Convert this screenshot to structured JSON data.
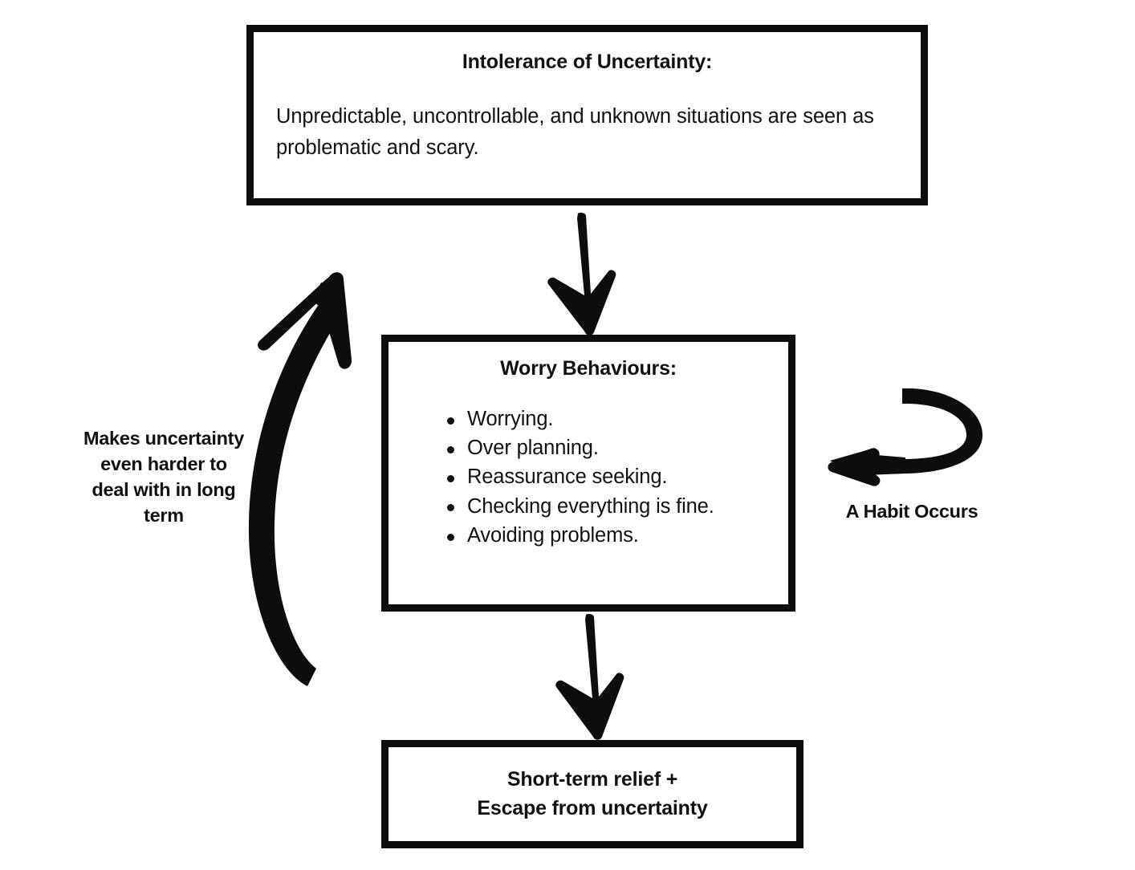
{
  "page": {
    "background_color": "#ffffff",
    "ink_color": "#111111"
  },
  "diagram": {
    "type": "cycle-flowchart",
    "boxes": [
      {
        "id": "intolerance-of-uncertainty",
        "title": "Intolerance of Uncertainty:",
        "body": "Unpredictable, uncontrollable, and unknown situations are seen as problematic and scary."
      },
      {
        "id": "worry-behaviours",
        "title": "Worry Behaviours:",
        "items": [
          "Worrying.",
          "Over planning.",
          "Reassurance seeking.",
          "Checking everything is fine.",
          "Avoiding problems."
        ]
      },
      {
        "id": "short-term-relief",
        "line1": "Short-term relief +",
        "line2": "Escape from uncertainty"
      }
    ],
    "captions": {
      "left": "Makes uncertainty even harder to deal with in long term",
      "right": "A Habit Occurs"
    },
    "arrows": [
      {
        "id": "uncertainty-to-worry",
        "icon": "arrow-down-icon",
        "direction": "down"
      },
      {
        "id": "worry-to-relief",
        "icon": "arrow-down-icon",
        "direction": "down"
      },
      {
        "id": "relief-to-uncertainty",
        "icon": "curved-arrow-up-icon",
        "direction": "up-curved-left"
      },
      {
        "id": "habit-loop",
        "icon": "curved-arrow-loop-icon",
        "direction": "clockwise-loop-left"
      }
    ]
  }
}
